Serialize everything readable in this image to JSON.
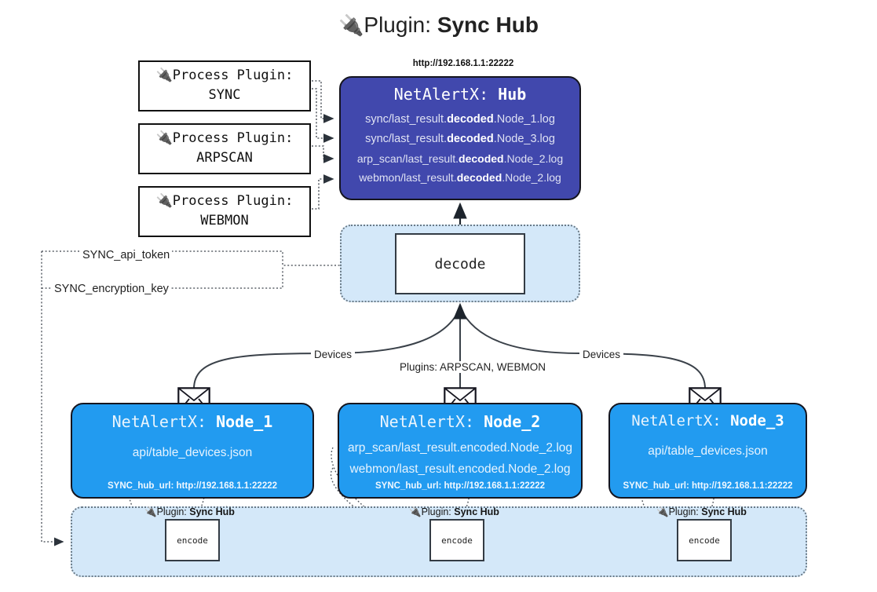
{
  "title": {
    "icon": "plug-icon",
    "glyph": "🔌",
    "prefix": "Plugin: ",
    "name": "Sync Hub"
  },
  "process_plugins": [
    {
      "line1": "🔌Process Plugin:",
      "line2": "SYNC"
    },
    {
      "line1": "🔌Process Plugin:",
      "line2": "ARPSCAN"
    },
    {
      "line1": "🔌Process Plugin:",
      "line2": "WEBMON"
    }
  ],
  "hub": {
    "url": "http://192.168.1.1:22222",
    "title_prefix": "NetAlertX: ",
    "title_name": "Hub",
    "loglines": [
      {
        "pre": "sync/last_result.",
        "em": "decoded",
        "post": ".Node_1.log"
      },
      {
        "pre": "sync/last_result.",
        "em": "decoded",
        "post": ".Node_3.log"
      },
      {
        "pre": "arp_scan/last_result.",
        "em": "decoded",
        "post": ".Node_2.log"
      },
      {
        "pre": "webmon/last_result.",
        "em": "decoded",
        "post": ".Node_2.log"
      }
    ]
  },
  "decode": {
    "label": "decode"
  },
  "keys": {
    "api_token": "SYNC_api_token",
    "encryption_key": "SYNC_encryption_key"
  },
  "edge_labels": {
    "devices_left": "Devices",
    "devices_right": "Devices",
    "plugins_mid": "Plugins: ARPSCAN, WEBMON"
  },
  "nodes": [
    {
      "title_prefix": "NetAlertX: ",
      "title_name": "Node_1",
      "lines": [
        "api/table_devices.json"
      ],
      "footer": "SYNC_hub_url: http://192.168.1.1:22222"
    },
    {
      "title_prefix": "NetAlertX: ",
      "title_name": "Node_2",
      "lines": [
        "arp_scan/last_result.encoded.Node_2.log",
        "webmon/last_result.encoded.Node_2.log"
      ],
      "footer": "SYNC_hub_url: http://192.168.1.1:22222"
    },
    {
      "title_prefix": "NetAlertX: ",
      "title_name": "Node_3",
      "lines": [
        "api/table_devices.json"
      ],
      "footer": "SYNC_hub_url: http://192.168.1.1:22222"
    }
  ],
  "encoders": [
    {
      "tag_prefix": "🔌Plugin: ",
      "tag_name": "Sync Hub",
      "label": "encode"
    },
    {
      "tag_prefix": "🔌Plugin: ",
      "tag_name": "Sync Hub",
      "label": "encode"
    },
    {
      "tag_prefix": "🔌Plugin: ",
      "tag_name": "Sync Hub",
      "label": "encode"
    }
  ],
  "colors": {
    "hub_fill": "#4148ad",
    "node_fill": "#229bf0",
    "zone_fill": "#d4e8f9",
    "stroke": "#15151f"
  }
}
